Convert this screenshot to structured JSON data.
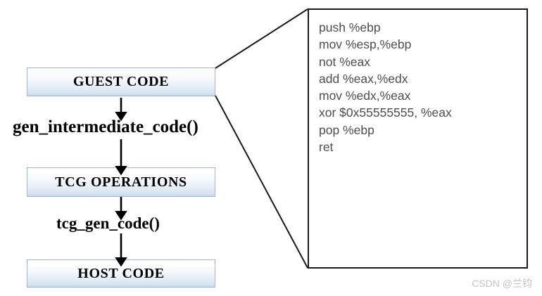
{
  "diagram": {
    "title": "QEMU TCG translation flow",
    "background_color": "#ffffff",
    "box_border_color": "#9eb6d4",
    "box_fill_top_color": "#ffffff",
    "box_fill_bottom_color": "#c9d9ec",
    "arrow_color": "#000000",
    "callout_border_color": "#1a1a1a",
    "code_text_color": "#4d4d4d"
  },
  "flow": {
    "boxes": [
      {
        "id": "guest-code",
        "label": "GUEST CODE"
      },
      {
        "id": "tcg-operations",
        "label": "TCG OPERATIONS"
      },
      {
        "id": "host-code",
        "label": "HOST CODE"
      }
    ],
    "labels": [
      {
        "id": "gen-intermediate-code",
        "text": "gen_intermediate_code()"
      },
      {
        "id": "tcg-gen-code",
        "text": "tcg_gen_code()"
      }
    ]
  },
  "callout": {
    "source_box": "GUEST CODE",
    "code_lines": [
      "push %ebp",
      "mov %esp,%ebp",
      "not %eax",
      "add %eax,%edx",
      "mov %edx,%eax",
      "xor $0x55555555, %eax",
      "pop %ebp",
      "ret"
    ]
  },
  "watermark": {
    "text": "CSDN @兰钧"
  }
}
